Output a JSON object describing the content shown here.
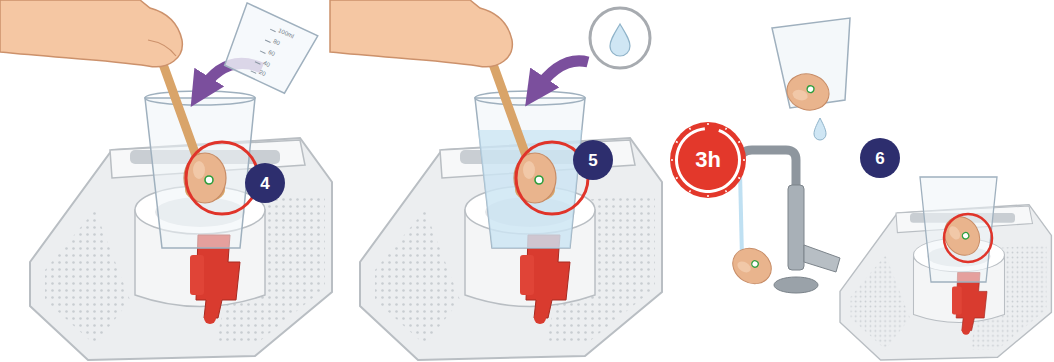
{
  "diagram": {
    "nodes": [
      {
        "text": [
          "4"
        ]
      },
      {
        "text": [
          "5"
        ]
      },
      {
        "text": [
          "3h"
        ]
      },
      {
        "text": [
          "6"
        ]
      }
    ],
    "labels": [
      "100ml",
      "80",
      "60",
      "40",
      "20"
    ]
  }
}
